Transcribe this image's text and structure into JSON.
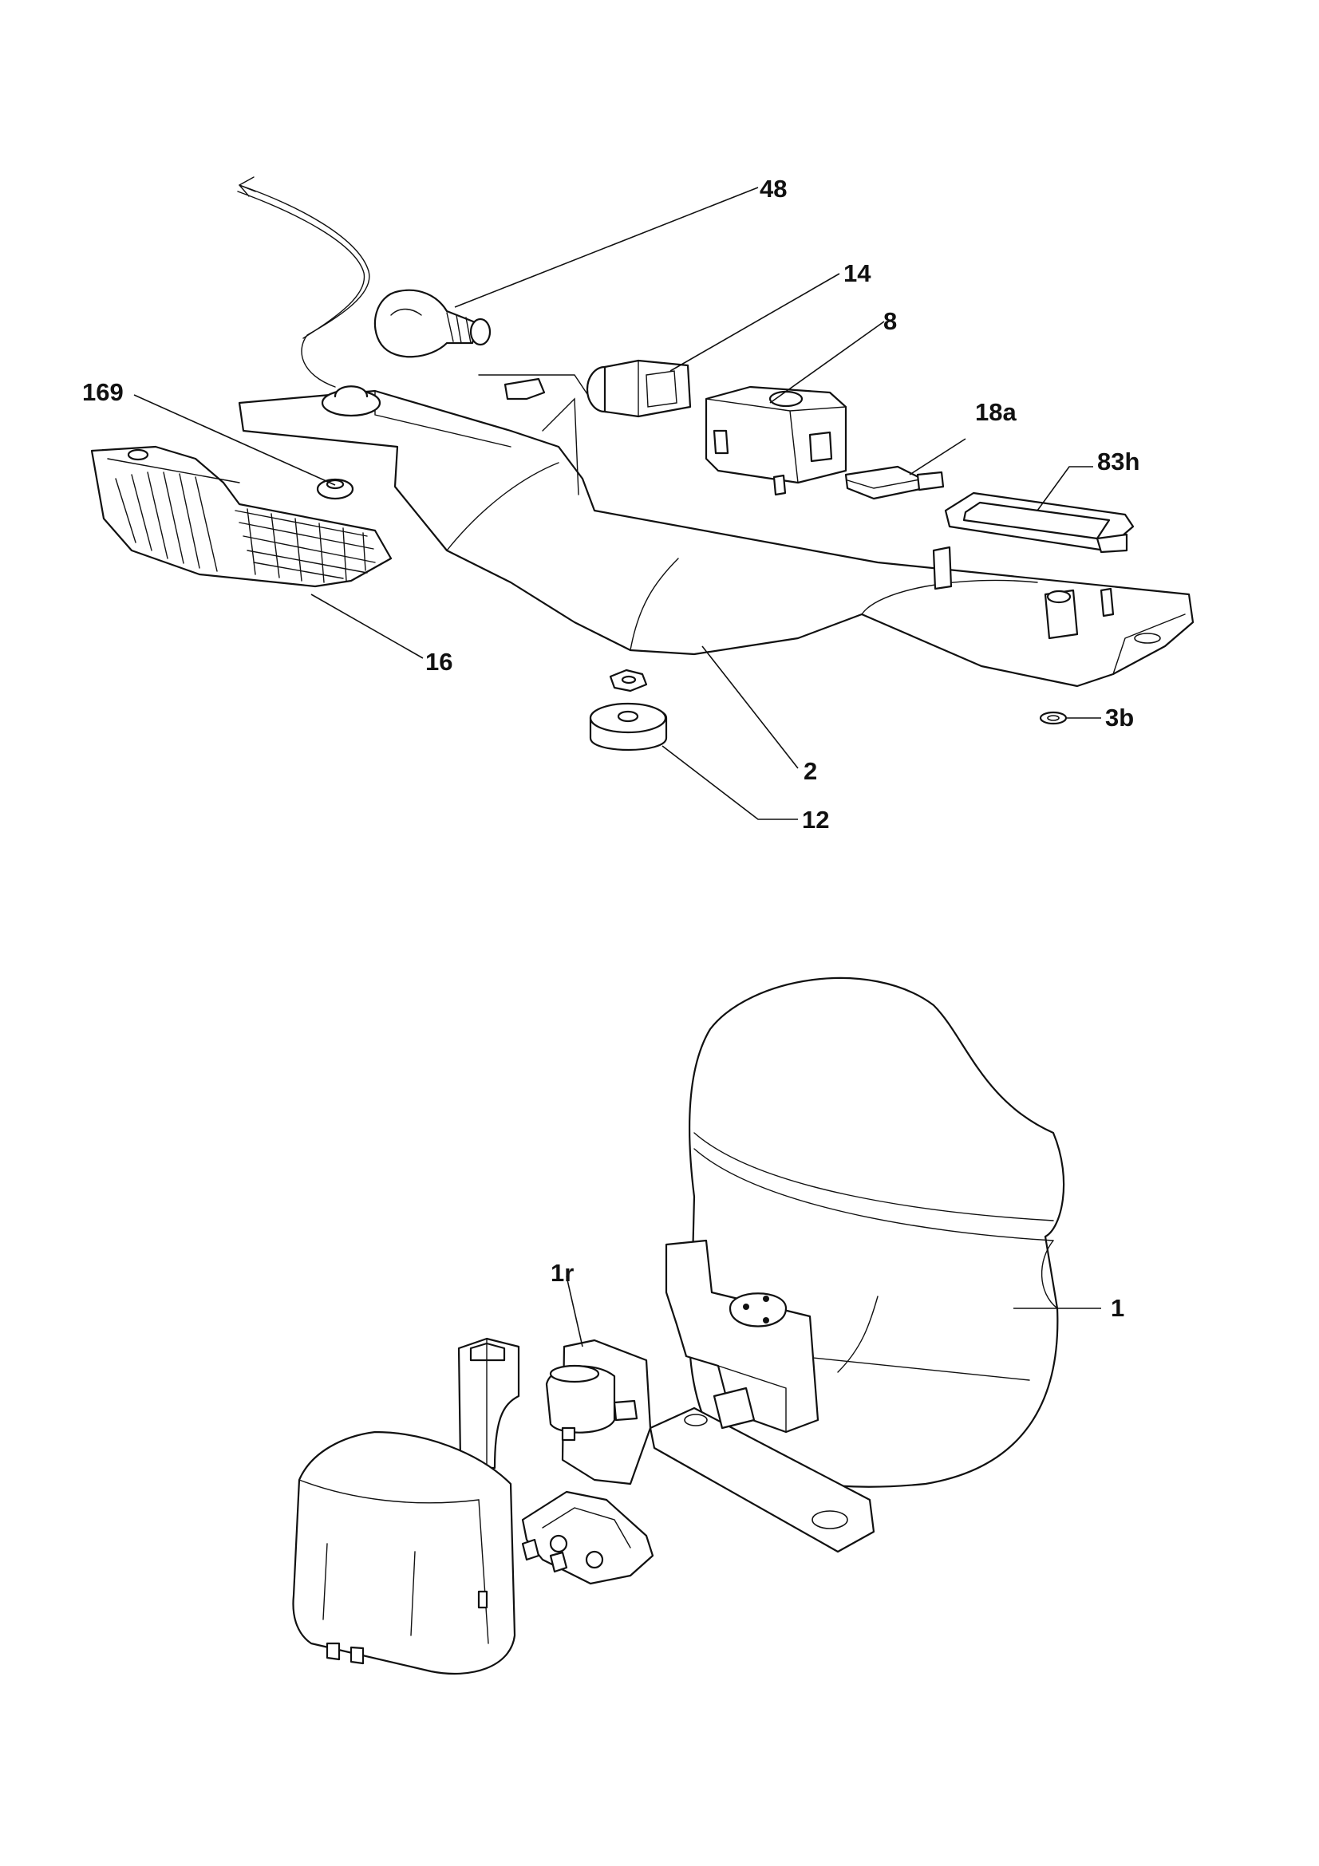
{
  "diagram": {
    "labels": {
      "lamp": "48",
      "lamp_holder": "14",
      "thermostat": "8",
      "switch": "18a",
      "gasket": "83h",
      "grommet": "169",
      "lamp_cover": "16",
      "nut": "2",
      "knob": "12",
      "washer": "3b",
      "compressor": "1",
      "relay": "1r"
    }
  }
}
